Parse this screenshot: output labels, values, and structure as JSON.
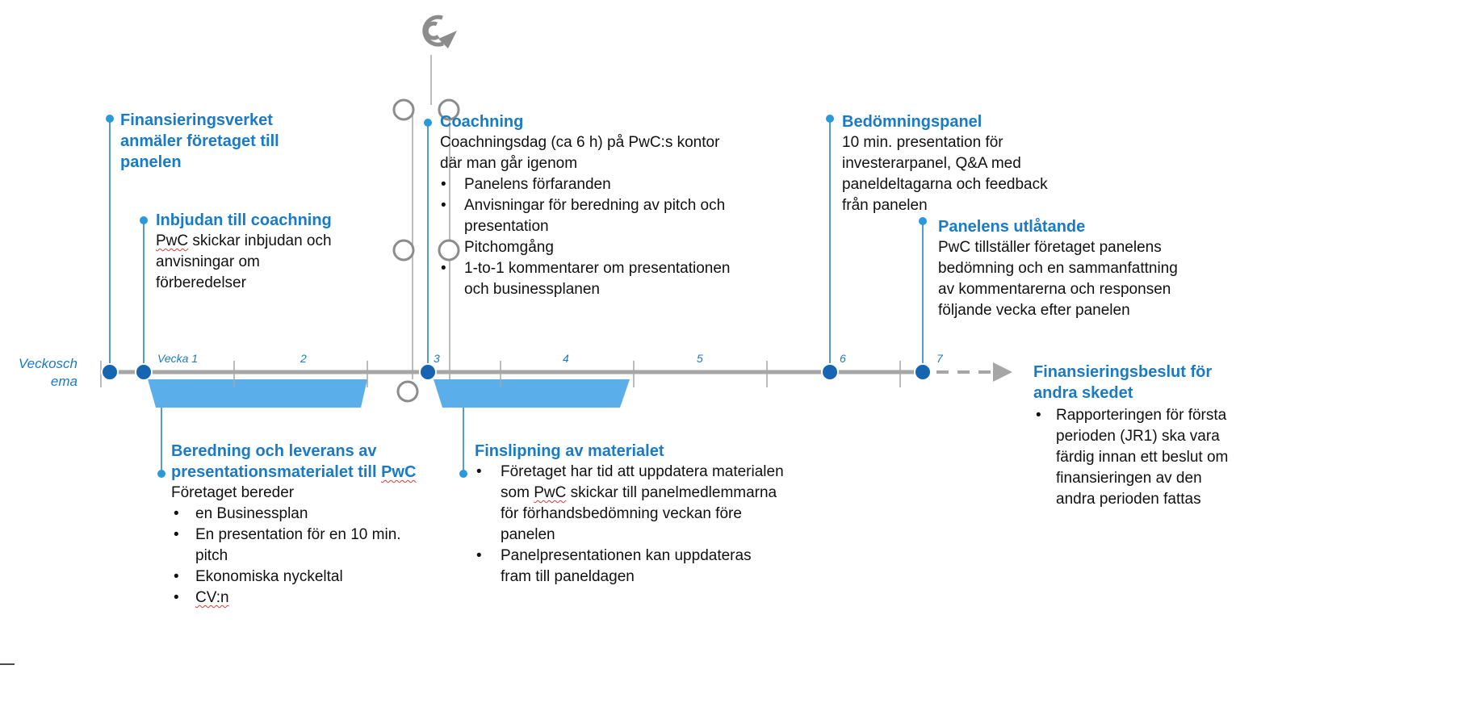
{
  "colors": {
    "accent": "#1a7ac4",
    "dot": "#1565b0",
    "band": "#5aaeea",
    "axis": "#a6a6a6"
  },
  "axis_label": [
    "Veckosch",
    "ema"
  ],
  "weeks": [
    "Vecka 1",
    "2",
    "3",
    "4",
    "5",
    "6",
    "7"
  ],
  "events": {
    "finansieringsverket": {
      "title": [
        "Finansieringsverket",
        "anmäler företaget till",
        "panelen"
      ]
    },
    "inbjudan": {
      "title": "Inbjudan till coachning",
      "body_line1_pwc": "PwC",
      "body_line1_rest": " skickar inbjudan och",
      "body_line2": "anvisningar om",
      "body_line3": "förberedelser"
    },
    "coachning": {
      "title": "Coachning",
      "body": [
        "Coachningsdag (ca 6 h) på PwC:s kontor",
        "där man går igenom"
      ],
      "bullets": [
        "Panelens förfaranden",
        "Anvisningar för beredning av pitch och",
        "presentation",
        "Pitchomgång",
        "1-to-1 kommentarer om presentationen",
        "och businessplanen"
      ]
    },
    "bedomningspanel": {
      "title": "Bedömningspanel",
      "body": [
        "10 min. presentation för",
        "investerarpanel, Q&A med",
        "paneldeltagarna och feedback",
        "från panelen"
      ]
    },
    "utlatande": {
      "title": "Panelens utlåtande",
      "body": [
        "PwC tillställer företaget panelens",
        "bedömning och en sammanfattning",
        "av kommentarerna och responsen",
        "följande vecka efter panelen"
      ]
    },
    "beredning": {
      "title": [
        "Beredning och leverans av",
        "presentationsmaterialet till ",
        "PwC"
      ],
      "intro": "Företaget bereder",
      "bullets": [
        "en Businessplan",
        "En presentation för en 10 min.",
        "pitch",
        "Ekonomiska nyckeltal",
        "CV:n"
      ]
    },
    "finslipning": {
      "title": "Finslipning av materialet",
      "bullets": [
        "Företaget har tid att uppdatera materialen",
        "som ",
        "PwC",
        " skickar till panelmedlemmarna",
        "för förhandsbedömning veckan före",
        "panelen",
        "Panelpresentationen kan uppdateras",
        "fram till paneldagen"
      ]
    },
    "finansieringsbeslut": {
      "title": [
        "Finansieringsbeslut för",
        "andra skedet"
      ],
      "bullets": [
        "Rapporteringen för första",
        "perioden (JR1) ska vara",
        "färdig innan ett beslut om",
        "finansieringen av den",
        "andra perioden fattas"
      ]
    }
  },
  "bullet_char": "•",
  "icons": {
    "rotate": "rotate-handle-icon",
    "arrow": "arrow-right-icon"
  }
}
